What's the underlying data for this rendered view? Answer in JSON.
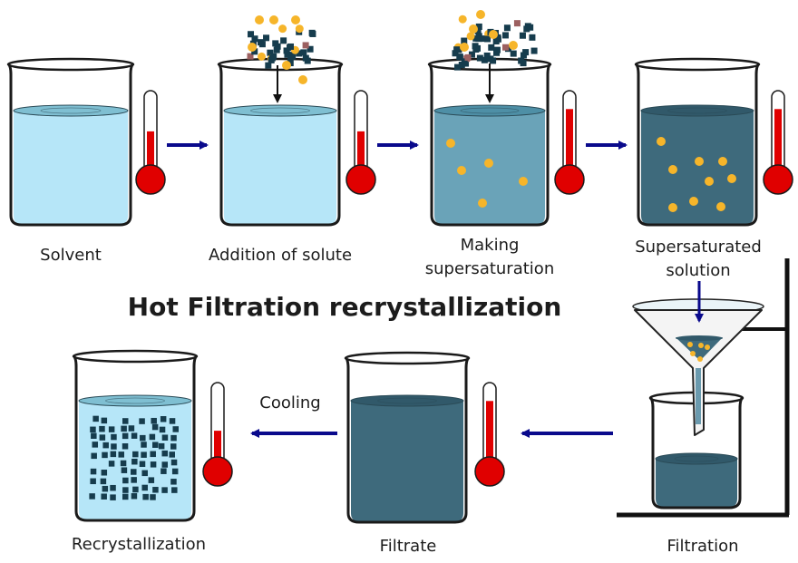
{
  "title": "Hot Filtration recrystallization",
  "steps": {
    "solvent": "Solvent",
    "addition": "Addition of solute",
    "making_line1": "Making",
    "making_line2": "supersaturation",
    "supersat_line1": "Supersaturated",
    "supersat_line2": "solution",
    "filtration": "Filtration",
    "filtrate": "Filtrate",
    "recrystallization": "Recrystallization",
    "cooling": "Cooling"
  },
  "thermometer_levels": {
    "solvent": 0.55,
    "addition": 0.55,
    "making": 0.85,
    "supersaturated": 0.85,
    "filtrate": 0.85,
    "recrystallization": 0.45
  },
  "colors": {
    "outline": "#1a1a1a",
    "water_light": "#b6e6f8",
    "water_mid": "#6aa3b8",
    "water_dark": "#3e6a7c",
    "surface_light": "#7fbfd2",
    "surface_mid": "#4e8fa6",
    "surface_dark": "#31596a",
    "thermo_red": "#e00000",
    "arrow": "#0a0a8c",
    "solute_yellow": "#f6b52a",
    "crystal_dark": "#163c4d",
    "crystal_red": "#9c6060"
  },
  "icons": [
    "beaker-icon",
    "thermometer-icon",
    "funnel-icon",
    "arrow-icon"
  ]
}
